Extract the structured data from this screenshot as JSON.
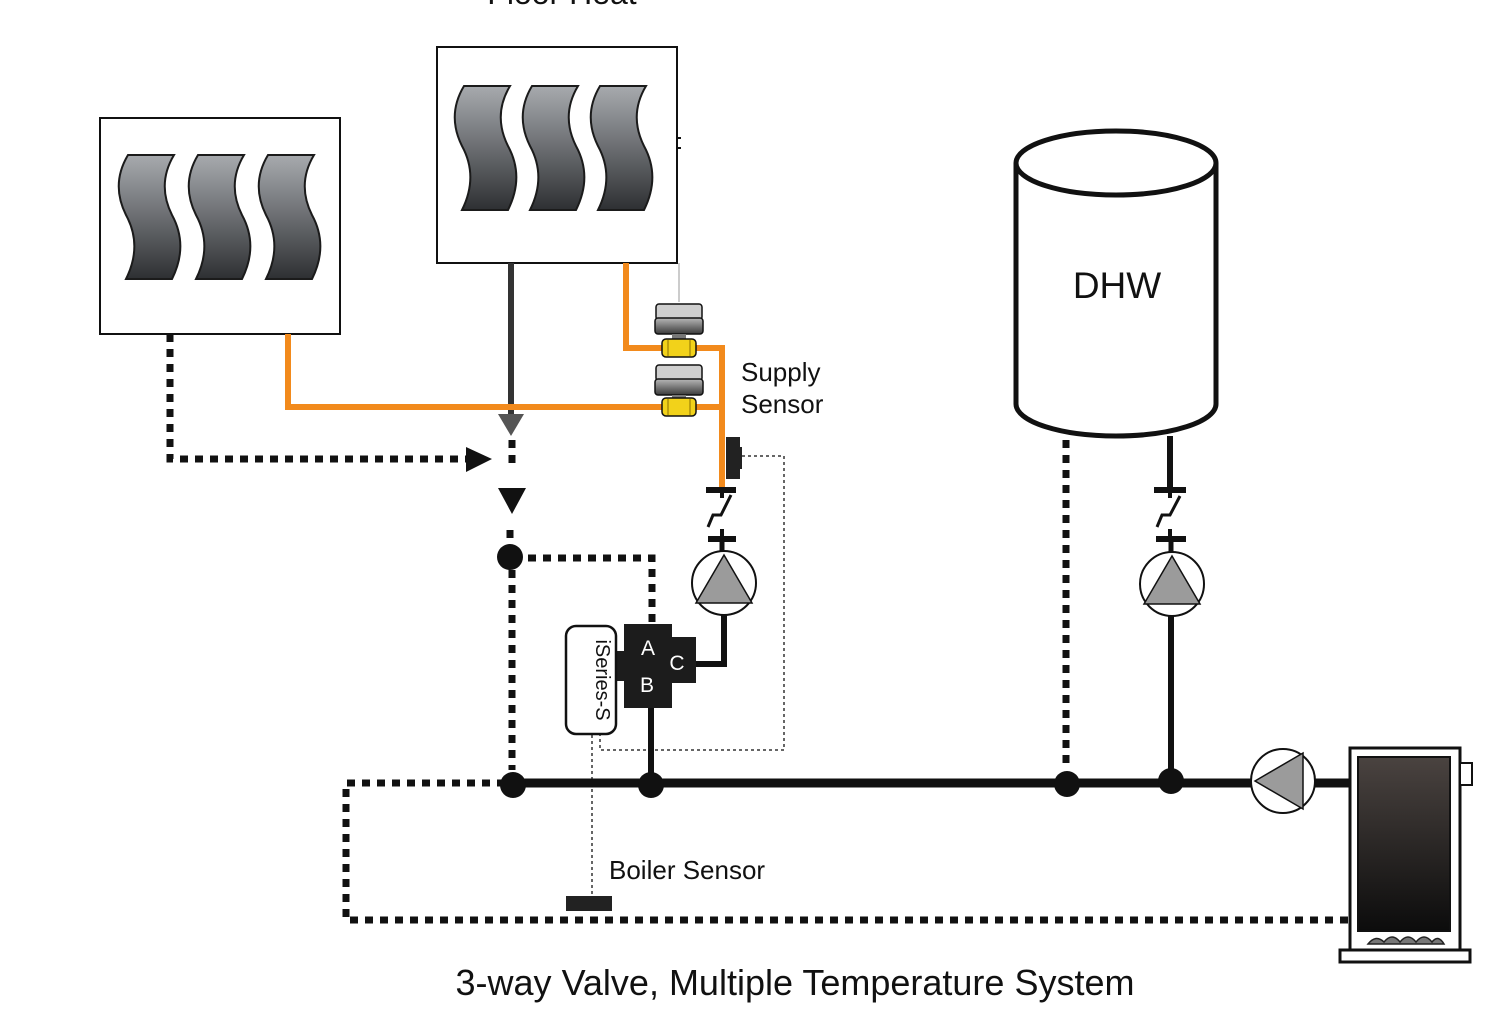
{
  "labels": {
    "floor_heat": "Floor Heat",
    "dhw": "DHW",
    "supply_sensor_line1": "Supply",
    "supply_sensor_line2": "Sensor",
    "boiler_sensor": "Boiler Sensor",
    "valve_controller": "iSeries-S",
    "port_a": "A",
    "port_b": "B",
    "port_c": "C",
    "caption": "3-way Valve, Multiple Temperature System"
  },
  "colors": {
    "supply_pipe": "#f28a1c",
    "main_pipe": "#000000",
    "return_pipe": "#000000",
    "valve_body": "#f2d21a"
  }
}
